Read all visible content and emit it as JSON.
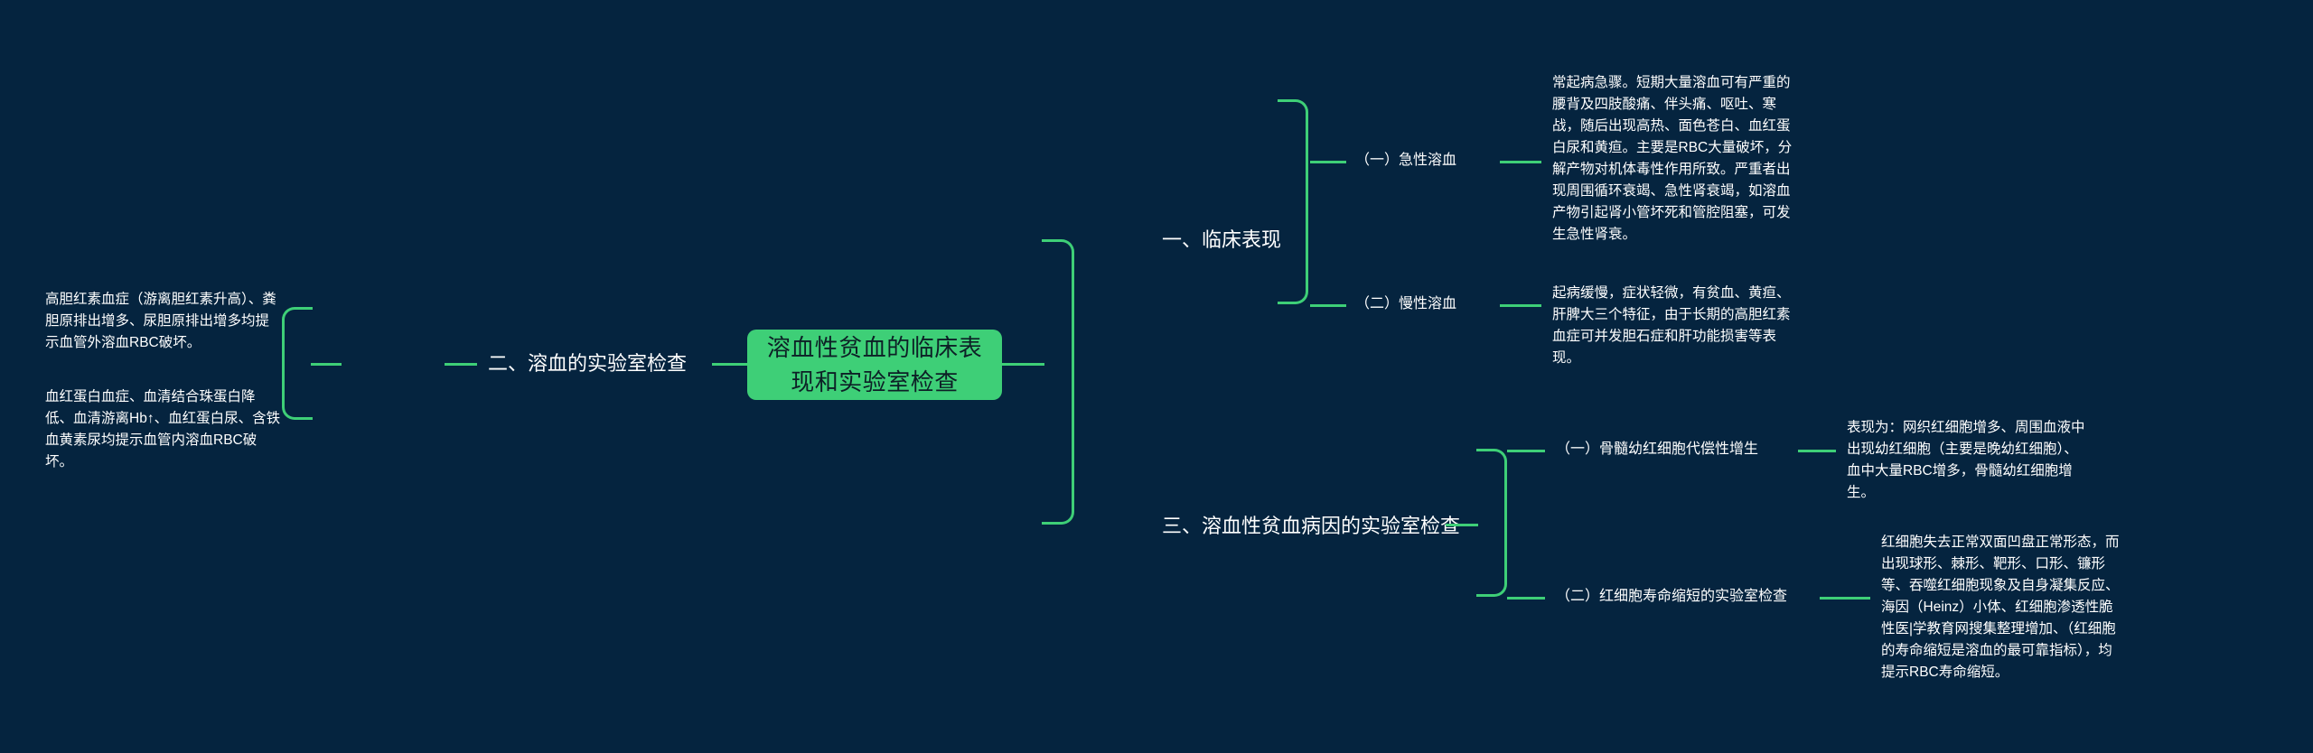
{
  "theme": {
    "background": "#05243f",
    "accent": "#3ecf77",
    "text": "#ffffff",
    "root_text": "#0d2026"
  },
  "root": {
    "label": "溶血性贫血的临床表现和实验室检查"
  },
  "branches": {
    "clinical": {
      "label": "一、临床表现",
      "children": [
        {
          "label": "（一）急性溶血",
          "detail": "常起病急骤。短期大量溶血可有严重的腰背及四肢酸痛、伴头痛、呕吐、寒战，随后出现高热、面色苍白、血红蛋白尿和黄疸。主要是RBC大量破坏，分解产物对机体毒性作用所致。严重者出现周围循环衰竭、急性肾衰竭，如溶血产物引起肾小管坏死和管腔阻塞，可发生急性肾衰。"
        },
        {
          "label": "（二）慢性溶血",
          "detail": "起病缓慢，症状轻微，有贫血、黄疸、肝脾大三个特征，由于长期的高胆红素血症可并发胆石症和肝功能损害等表现。"
        }
      ]
    },
    "hemolysis_lab": {
      "label": "二、溶血的实验室检查",
      "children": [
        {
          "detail": "高胆红素血症（游离胆红素升高）、粪胆原排出增多、尿胆原排出增多均提示血管外溶血RBC破坏。"
        },
        {
          "detail": "血红蛋白血症、血清结合珠蛋白降低、血清游离Hb↑、血红蛋白尿、含铁血黄素尿均提示血管内溶血RBC破坏。"
        }
      ]
    },
    "etiology_lab": {
      "label": "三、溶血性贫血病因的实验室检查",
      "children": [
        {
          "label": "（一）骨髓幼红细胞代偿性增生",
          "detail": "表现为：网织红细胞增多、周围血液中出现幼红细胞（主要是晚幼红细胞）、血中大量RBC增多，骨髓幼红细胞增生。"
        },
        {
          "label": "（二）红细胞寿命缩短的实验室检查",
          "detail": "红细胞失去正常双面凹盘正常形态，而出现球形、棘形、靶形、口形、镰形等、吞噬红细胞现象及自身凝集反应、海因（Heinz）小体、红细胞渗透性脆性医|学教育网搜集整理增加、（红细胞的寿命缩短是溶血的最可靠指标），均提示RBC寿命缩短。"
        }
      ]
    }
  }
}
